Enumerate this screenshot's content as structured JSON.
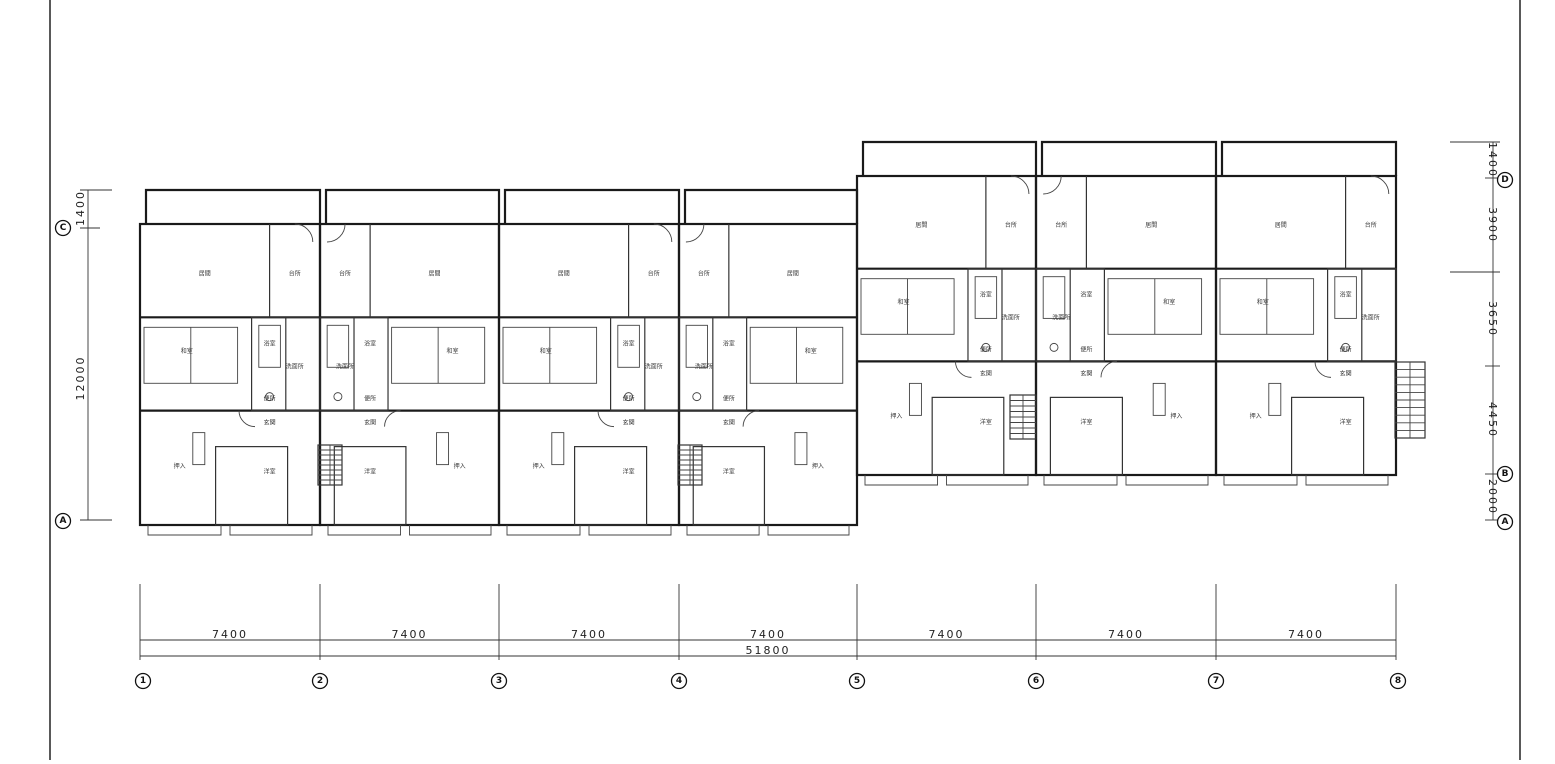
{
  "drawing": {
    "units_a": {
      "rooms": [
        "居間",
        "台所",
        "和室",
        "洋室",
        "浴室",
        "洗面所",
        "便所",
        "玄関",
        "押入"
      ]
    },
    "units_b": {
      "rooms": [
        "居間",
        "台所",
        "和室",
        "洋室",
        "浴室",
        "洗面所",
        "便所",
        "玄関",
        "押入"
      ]
    },
    "horizontal_dimensions": {
      "bays": [
        "7400",
        "7400",
        "7400",
        "7400",
        "7400",
        "7400",
        "7400"
      ],
      "total": "51800"
    },
    "vertical_dimensions_left": [
      "1400",
      "12000"
    ],
    "vertical_dimensions_right": [
      "1400",
      "3900",
      "3650",
      "4450",
      "2000"
    ],
    "grid_axes_x": [
      "1",
      "2",
      "3",
      "4",
      "5",
      "6",
      "7",
      "8"
    ],
    "grid_axes_y_left": [
      "C",
      "A"
    ],
    "grid_axes_y_right": [
      "D",
      "B",
      "A"
    ]
  }
}
